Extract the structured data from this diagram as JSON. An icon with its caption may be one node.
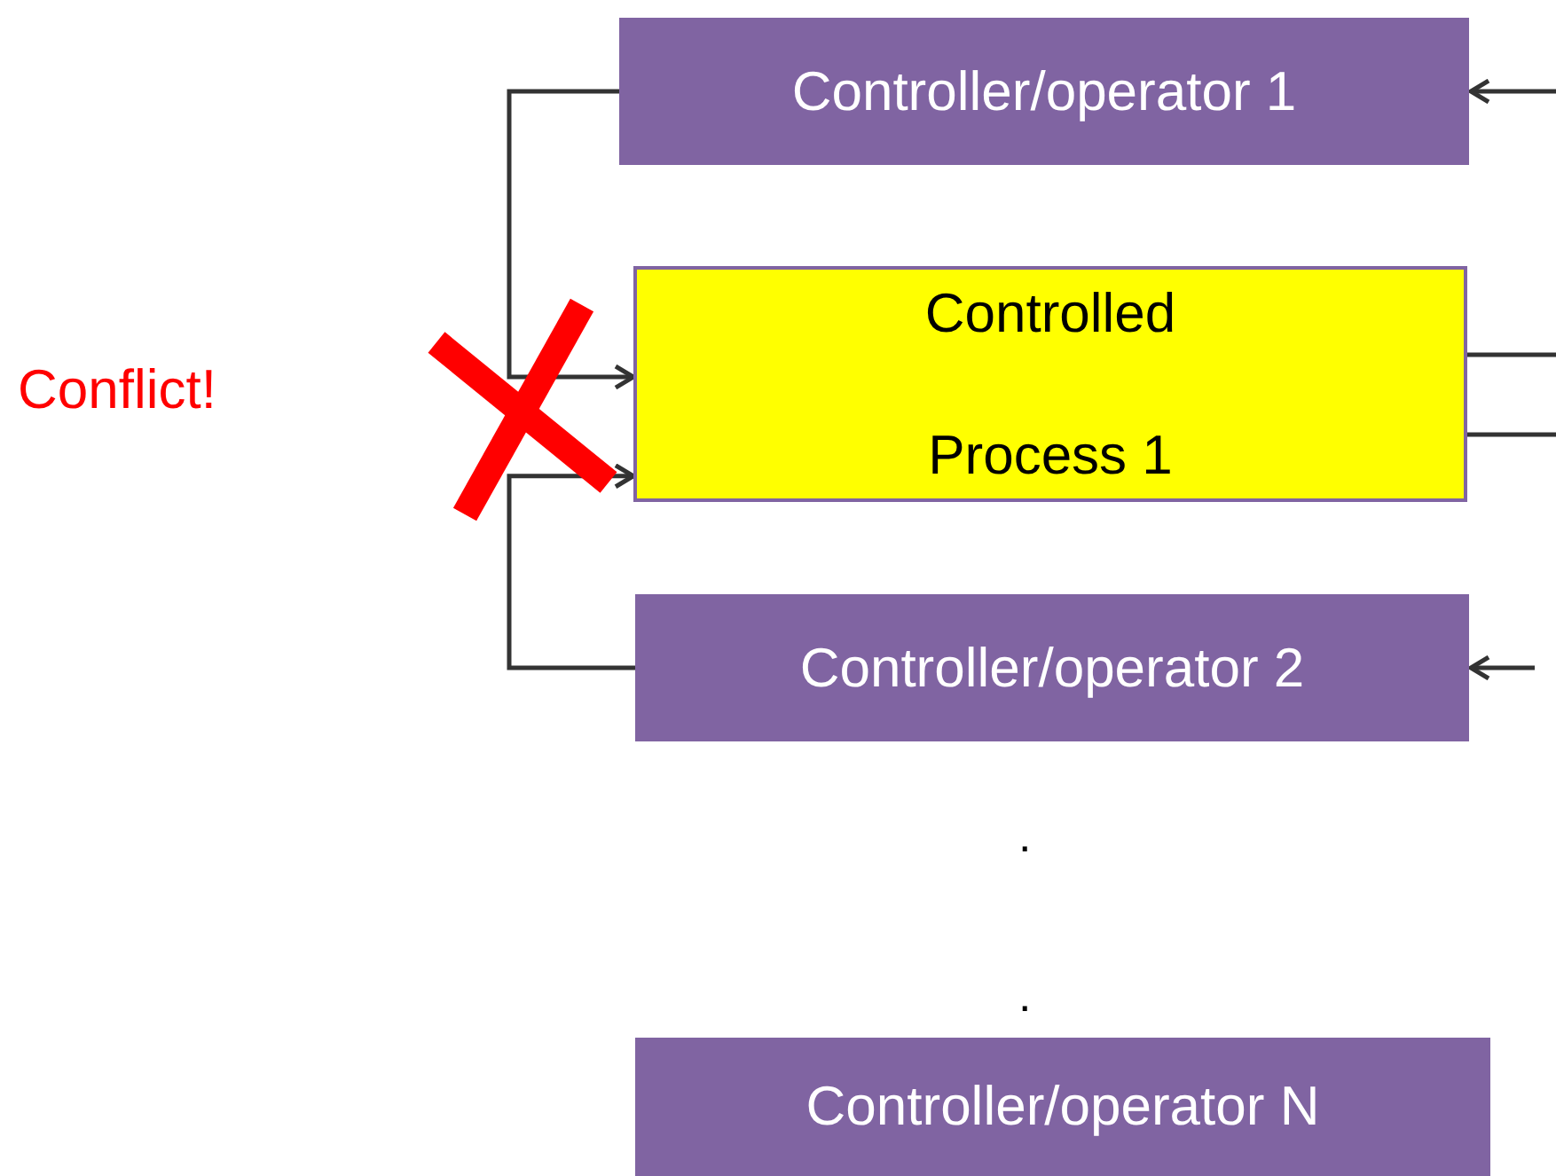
{
  "diagram": {
    "nodes": [
      {
        "text": [
          "Controller/operator 1"
        ]
      },
      {
        "text": [
          "Controlled Process 1"
        ]
      },
      {
        "text": [
          "Controller/operator 2"
        ]
      },
      {
        "text": [
          "Controller/operator N"
        ]
      }
    ],
    "edges": [
      {
        "from": 0,
        "to": 1,
        "arrow": "to"
      },
      {
        "from": 2,
        "to": 1,
        "arrow": "to"
      },
      {
        "from": null,
        "to": 0,
        "arrow": "to"
      },
      {
        "from": null,
        "to": 2,
        "arrow": "to"
      },
      {
        "from": 1,
        "to": null,
        "arrow": "none"
      },
      {
        "from": 1,
        "to": null,
        "arrow": "none"
      }
    ],
    "labels": [
      "Conflict!",
      ".",
      "."
    ]
  }
}
